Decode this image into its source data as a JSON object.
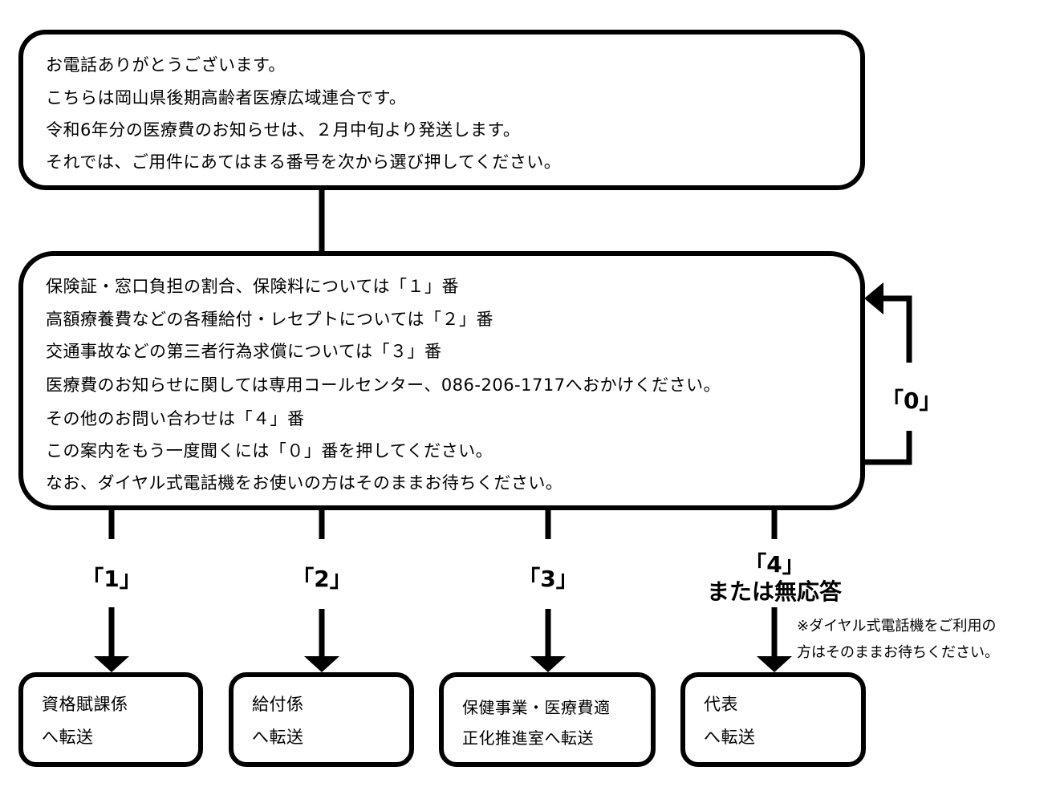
{
  "intro": {
    "lines": [
      "お電話ありがとうございます。",
      "こちらは岡山県後期高齢者医療広域連合です。",
      "令和6年分の医療費のお知らせは、２月中旬より発送します。",
      "それでは、ご用件にあてはまる番号を次から選び押してください。"
    ]
  },
  "menu": {
    "lines": [
      "保険証・窓口負担の割合、保険料については「１」番",
      "高額療養費などの各種給付・レセプトについては「２」番",
      "交通事故などの第三者行為求償については「３」番",
      "医療費のお知らせに関しては専用コールセンター、086-206-1717へおかけください。",
      "その他のお問い合わせは「４」番",
      "この案内をもう一度聞くには「０」番を押してください。",
      "なお、ダイヤル式電話機をお使いの方はそのままお待ちください。"
    ]
  },
  "loop_label": "「0」",
  "branches": [
    {
      "label": "「1」",
      "dest_line1": "資格賦課係",
      "dest_line2": "へ転送"
    },
    {
      "label": "「2」",
      "dest_line1": "給付係",
      "dest_line2": "へ転送"
    },
    {
      "label": "「3」",
      "dest_line1": "保健事業・医療費適",
      "dest_line2": "正化推進室へ転送"
    },
    {
      "label": "「4」",
      "label_sub": "または無応答",
      "dest_line1": "代表",
      "dest_line2": "へ転送"
    }
  ],
  "note_lines": [
    "※ダイヤル式電話機をご利用の",
    "方はそのままお待ちください。"
  ]
}
